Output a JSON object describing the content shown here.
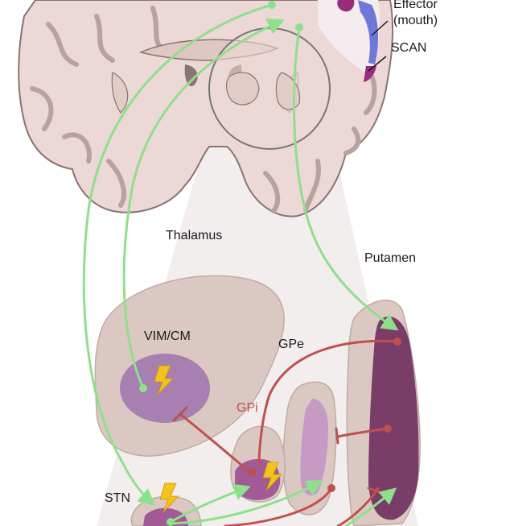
{
  "labels": {
    "effector": "Effector",
    "effector_sub": "(mouth)",
    "scan": "SCAN",
    "thalamus": "Thalamus",
    "putamen": "Putamen",
    "vim_cm": "VIM/CM",
    "gpe": "GPe",
    "gpi": "GPi",
    "stn": "STN"
  },
  "colors": {
    "excitatory_pathway": "#8fe08a",
    "inhibitory_pathway": "#c0504d",
    "brain_tissue": "#ecd8d6",
    "brain_outline": "#8a7472",
    "nucleus_fill": "#dcc8c2",
    "stimulation_target": "#a77fb0",
    "putamen_fill": "#7a3c68",
    "scan_region": "#6f78d8",
    "effector_region": "#9a2c7c",
    "stimulation_bolt": "#f2c21d"
  },
  "icons": [
    "lightning-bolt-icon"
  ]
}
